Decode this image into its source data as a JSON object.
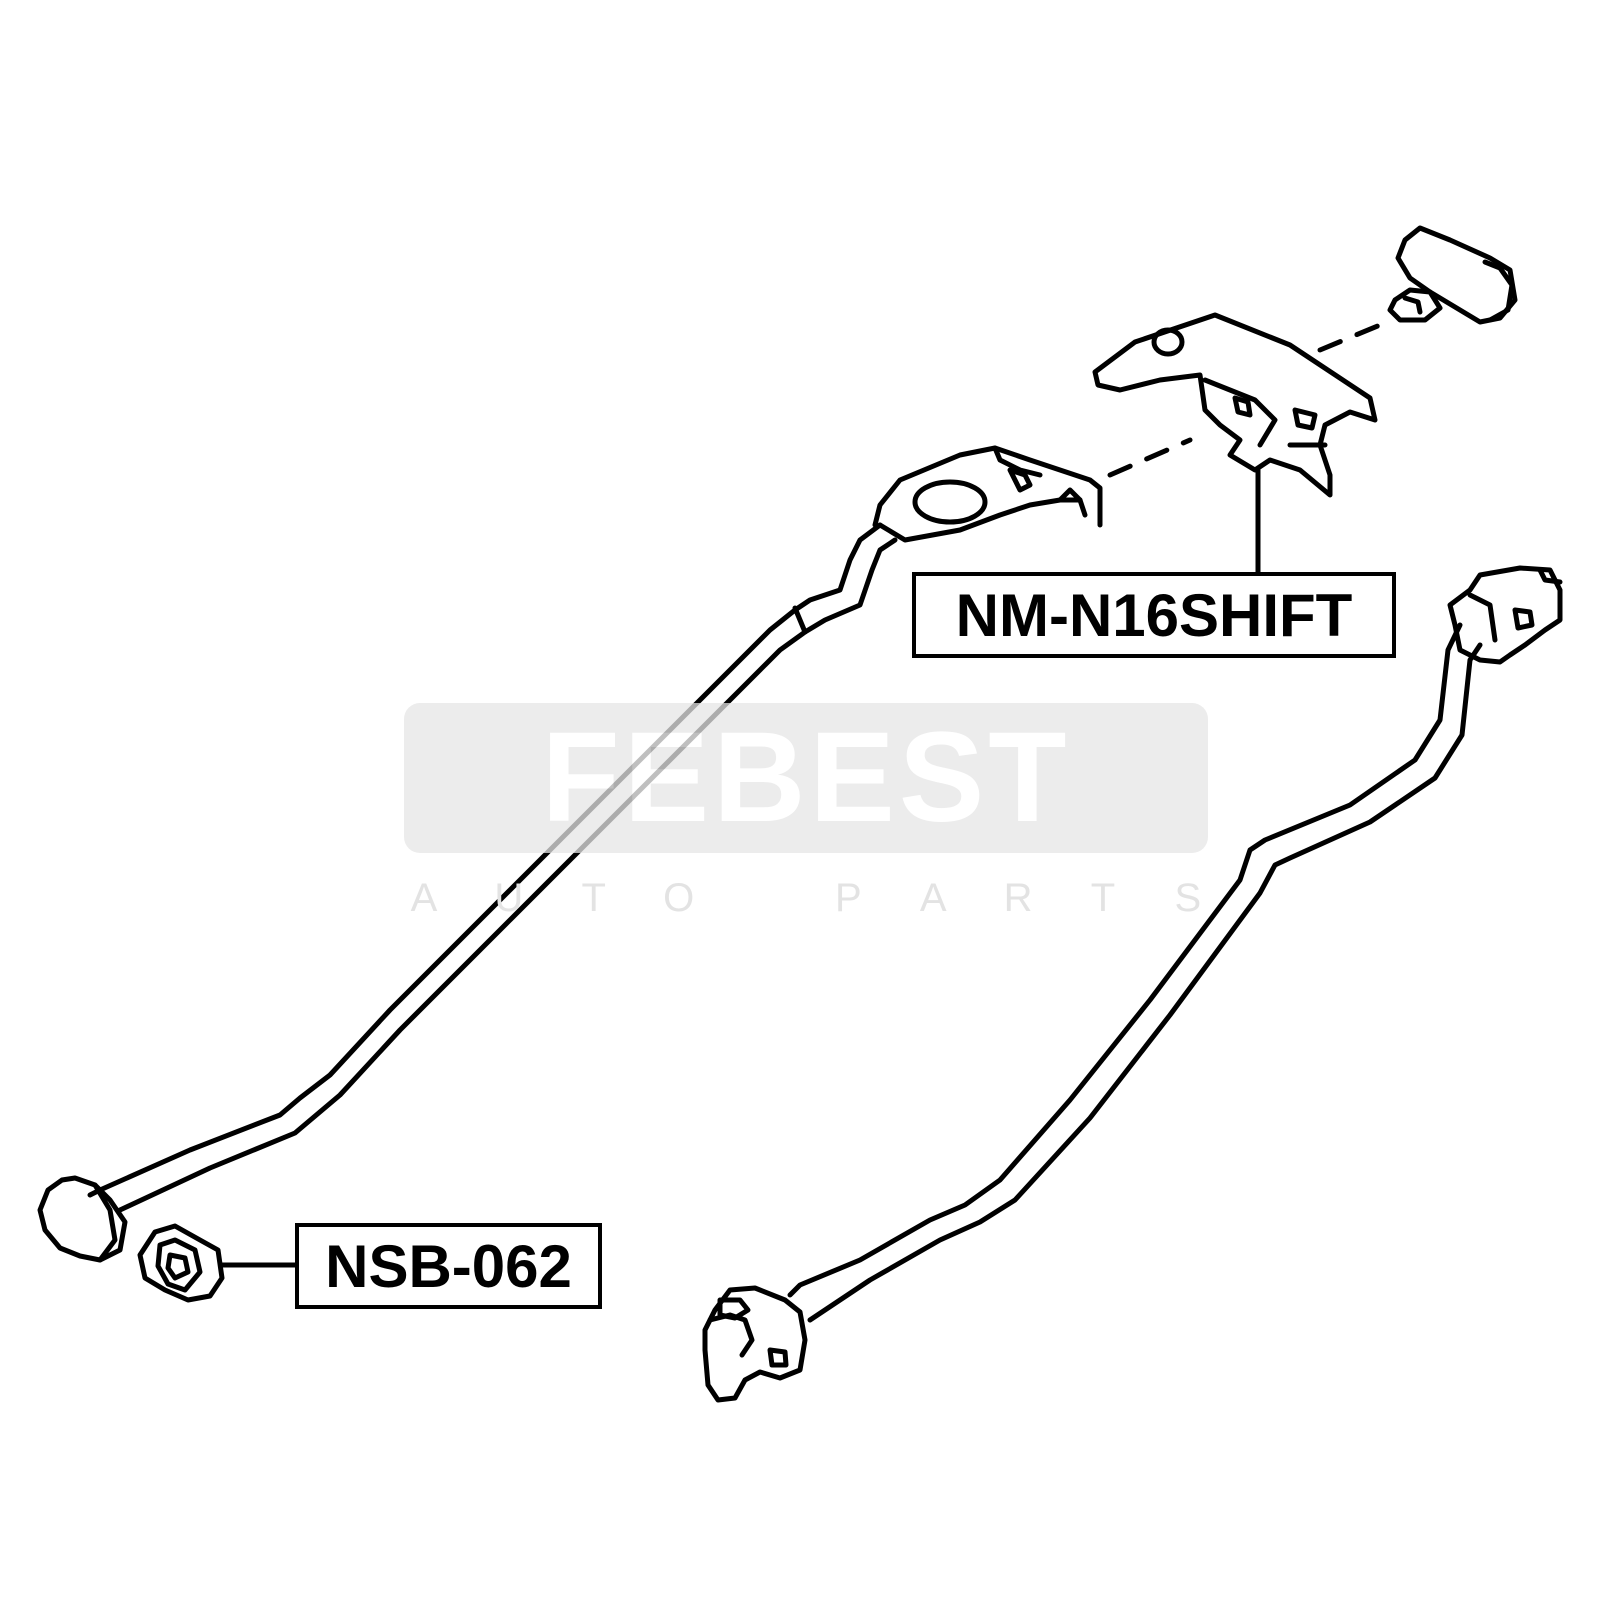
{
  "labels": {
    "shift_mount": "NM-N16SHIFT",
    "stabilizer_bushing": "NSB-062"
  },
  "watermark": {
    "brand": "FEBEST",
    "tagline": "AUTO PARTS"
  },
  "colors": {
    "line": "#000000",
    "background": "#ffffff",
    "watermark": "#e6e6e6"
  }
}
